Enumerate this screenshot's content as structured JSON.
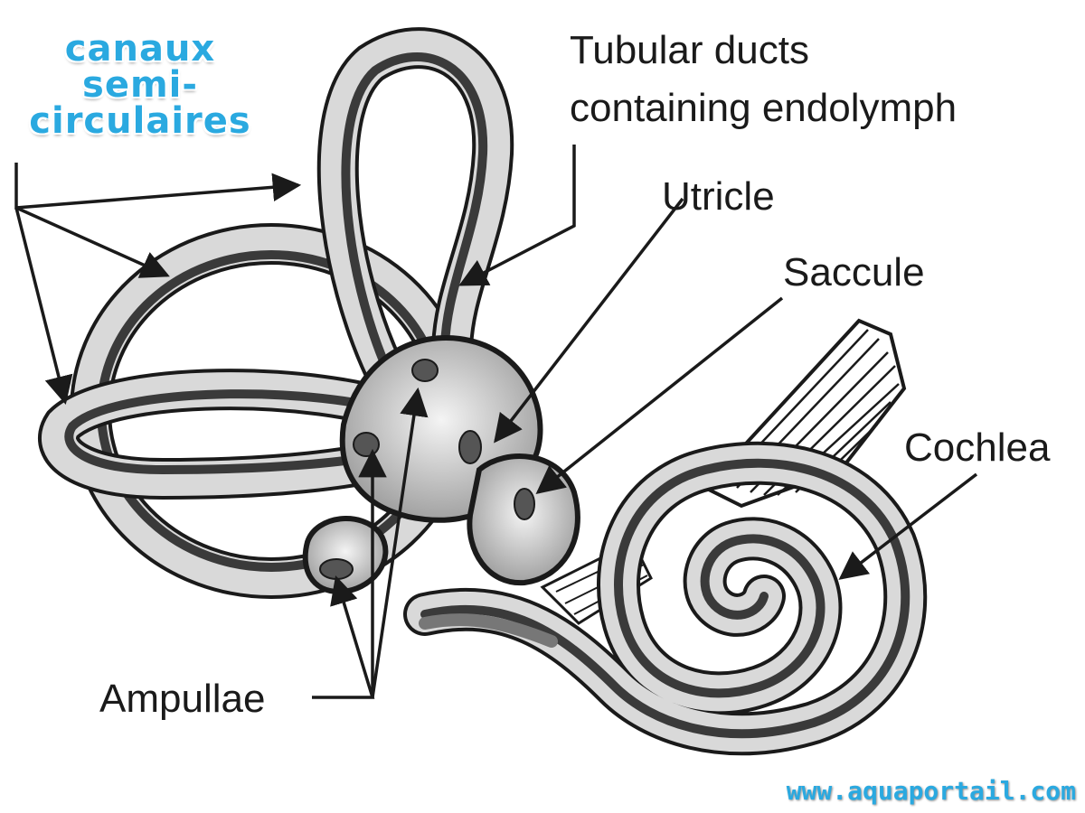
{
  "french_title": [
    "canaux",
    "semi-",
    "circulaires"
  ],
  "labels": {
    "tubular_line1": "Tubular ducts",
    "tubular_line2": "containing endolymph",
    "utricle": "Utricle",
    "saccule": "Saccule",
    "cochlea": "Cochlea",
    "ampullae": "Ampullae"
  },
  "watermark": "www.aquaportail.com",
  "colors": {
    "accent": "#2aa9e0",
    "outline": "#1a1a1a",
    "duct": "#3a3a3a",
    "fill": "#d9d9d9"
  }
}
